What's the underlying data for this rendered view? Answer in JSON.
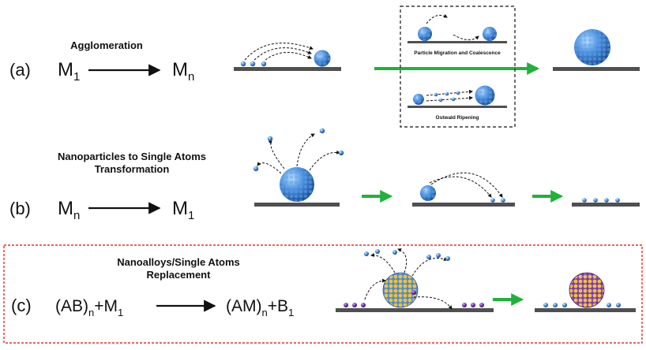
{
  "row_a": {
    "label": "(a)",
    "title": "Agglomeration",
    "lhs": "M",
    "lhs_sub": "1",
    "rhs": "M",
    "rhs_sub": "n",
    "inset_top_caption": "Particle Migration and Coalescence",
    "inset_bottom_caption": "Ostwald Ripening"
  },
  "row_b": {
    "label": "(b)",
    "title_line1": "Nanoparticles to Single Atoms",
    "title_line2": "Transformation",
    "lhs": "M",
    "lhs_sub": "n",
    "rhs": "M",
    "rhs_sub": "1"
  },
  "row_c": {
    "label": "(c)",
    "title_line1": "Nanoalloys/Single Atoms",
    "title_line2": "Replacement",
    "lhs": "(AB)",
    "lhs_sub": "n",
    "lhs_tail": "+M",
    "lhs_tail_sub": "1",
    "rhs": "(AM)",
    "rhs_sub": "n",
    "rhs_tail": "+B",
    "rhs_tail_sub": "1"
  },
  "colors": {
    "particle_blue": "#3f82d4",
    "atom_purple": "#6a2fb0",
    "atom_gold": "#e7b62a",
    "arrow_green": "#20b23a",
    "substrate": "#505050",
    "dashed_box_red": "#e03030"
  }
}
